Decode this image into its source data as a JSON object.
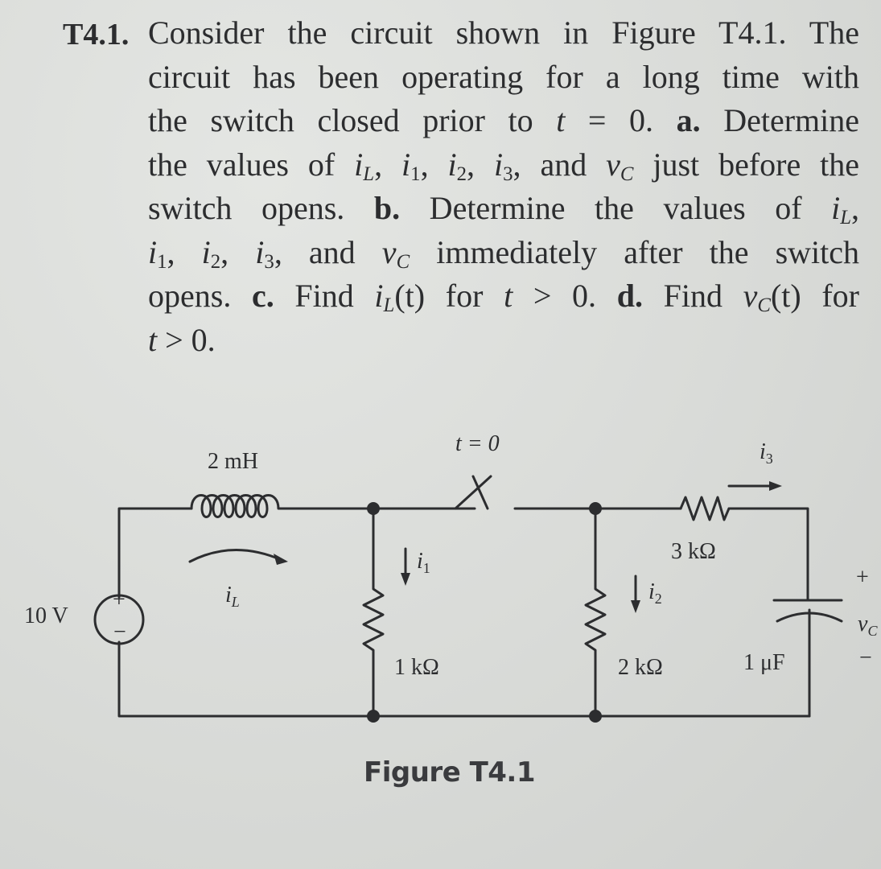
{
  "problem": {
    "number": "T4.1.",
    "l1": "Consider the circuit shown in Figure T4.1. The",
    "l2": "circuit has been operating for a long time with",
    "l3a": "the switch closed prior to ",
    "l3b": "t",
    "l3c": " = 0. ",
    "l3d": "a.",
    "l3e": " Determine",
    "l4a": "the values of ",
    "l4d": " just before the",
    "l5a": "switch opens. ",
    "l5b": "b.",
    "l5c": " Determine the values of ",
    "l6d": " immediately after the switch",
    "l7a": "opens. ",
    "l7b": "c.",
    "l7c": " Find ",
    "l7d": "(t) for ",
    "l7e": "t",
    "l7f": " > 0. ",
    "l7g": "d.",
    "l7h": " Find ",
    "l7i": "(t) for",
    "l8a": "t",
    "l8b": " > 0.",
    "var_i": "i",
    "var_v": "v",
    "sub_L": "L",
    "sub_1": "1",
    "sub_2": "2",
    "sub_3": "3",
    "sub_C": "C",
    "and": "and",
    "comma": ", "
  },
  "circuit": {
    "source_label": "10 V",
    "source_plus": "+",
    "source_minus": "−",
    "inductor_label": "2 mH",
    "iL_label": "i",
    "iL_sub": "L",
    "switch_label": "t = 0",
    "r1_label": "1 kΩ",
    "i1_label": "i",
    "i1_sub": "1",
    "r2_label": "2 kΩ",
    "i2_label": "i",
    "i2_sub": "2",
    "r3_label": "3 kΩ",
    "i3_label": "i",
    "i3_sub": "3",
    "cap_label": "1 μF",
    "vc_plus": "+",
    "vc_label": "v",
    "vc_sub": "C",
    "vc_minus": "−"
  },
  "figure": {
    "caption": "Figure T4.1"
  },
  "colors": {
    "ink": "#2c2d2f",
    "paper": "#dcdedb"
  }
}
